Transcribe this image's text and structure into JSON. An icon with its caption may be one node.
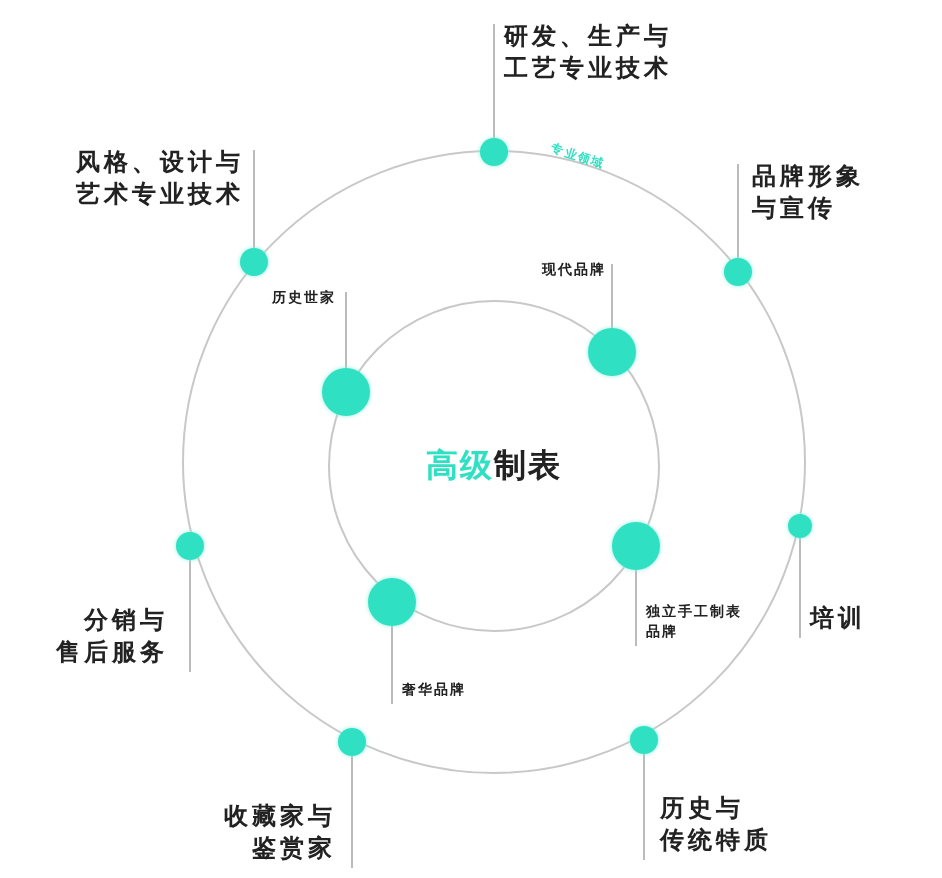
{
  "diagram": {
    "nodes": [
      {
        "text": [],
        "shape": "circle"
      },
      {
        "text": [
          "高级",
          "制表"
        ],
        "in": 0
      },
      {
        "text": [],
        "shape": "circle"
      },
      {
        "text": [],
        "shape": "circle",
        "in": 0
      },
      {
        "text": [],
        "shape": "circle",
        "in": 0
      },
      {
        "text": [],
        "shape": "circle"
      },
      {
        "text": [],
        "shape": "circle"
      },
      {
        "text": [],
        "shape": "circle",
        "in": 0
      },
      {
        "text": [],
        "shape": "circle",
        "in": 0
      },
      {
        "text": [],
        "shape": "circle",
        "in": 1
      },
      {
        "text": [],
        "shape": "circle",
        "in": 0
      },
      {
        "text": [],
        "shape": "circle",
        "in": 1
      },
      {
        "text": [],
        "shape": "circle",
        "in": 1
      },
      {
        "text": [
          "研发、生产与工艺专业技术"
        ]
      },
      {
        "text": [
          "风格、设计与艺术专业技术"
        ]
      },
      {
        "text": [
          "品牌形象与宣传"
        ]
      },
      {
        "text": [
          "现代品牌"
        ],
        "in": 0
      },
      {
        "text": [
          "历史世家"
        ],
        "in": 0
      },
      {
        "text": [
          "培训"
        ]
      },
      {
        "text": [
          "分销与售后服务"
        ]
      },
      {
        "text": [
          "独立手工制表品牌"
        ],
        "in": 0
      },
      {
        "text": [
          "奢华品牌"
        ],
        "in": 0
      },
      {
        "text": [
          "收藏家与鉴赏家"
        ]
      },
      {
        "text": [
          "历史与传统特质"
        ]
      }
    ],
    "edges": [
      {
        "from": 13,
        "to": 2,
        "arrow": "none"
      },
      {
        "from": 14,
        "to": 3,
        "arrow": "none"
      },
      {
        "from": 15,
        "to": 4,
        "arrow": "none"
      },
      {
        "from": 16,
        "to": 9,
        "arrow": "none"
      },
      {
        "from": 17,
        "to": 10,
        "arrow": "none"
      },
      {
        "from": 18,
        "to": 5,
        "arrow": "none"
      },
      {
        "from": 19,
        "to": 6,
        "arrow": "none"
      },
      {
        "from": 20,
        "to": 11,
        "arrow": "none"
      },
      {
        "from": 21,
        "to": 12,
        "arrow": "none"
      },
      {
        "from": 22,
        "to": 7,
        "arrow": "none"
      },
      {
        "from": 23,
        "to": 8,
        "arrow": "none"
      }
    ],
    "labels": [
      "专业领域"
    ]
  }
}
